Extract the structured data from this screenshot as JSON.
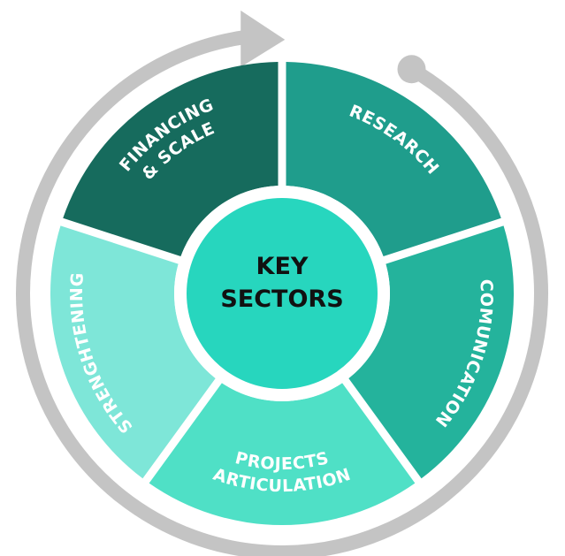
{
  "center": {
    "line1": "KEY",
    "line2": "SECTORS",
    "color": "#27d6be"
  },
  "segments": [
    {
      "id": "financing",
      "lines": [
        "FINANCING",
        "& SCALE"
      ],
      "color": "#166b5d"
    },
    {
      "id": "research",
      "lines": [
        "RESEARCH"
      ],
      "color": "#1f9d8c"
    },
    {
      "id": "comunication",
      "lines": [
        "COMUNICATION"
      ],
      "color": "#24b39c"
    },
    {
      "id": "projects",
      "lines": [
        "PROJECTS",
        "ARTICULATION"
      ],
      "color": "#4fe0c6"
    },
    {
      "id": "strenghtening",
      "lines": [
        "STRENGHTENING"
      ],
      "color": "#7ee6d8"
    }
  ],
  "colors": {
    "arrow": "#c4c4c4",
    "separator": "#ffffff"
  }
}
